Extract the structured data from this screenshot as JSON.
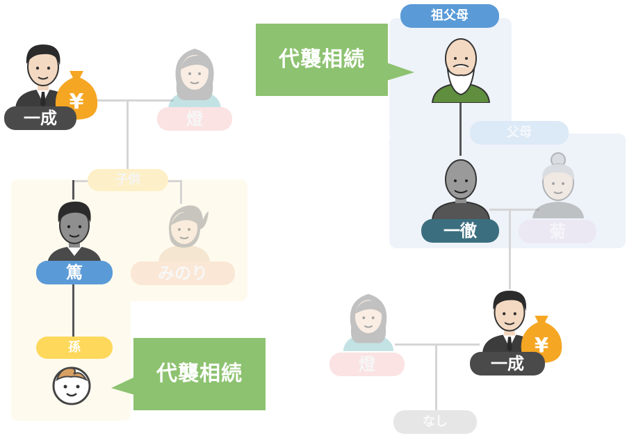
{
  "colors": {
    "dark_pill": "#4a4a4a",
    "blue_pill": "#5a9ad7",
    "teal_pill": "#3b6f80",
    "yellow_pill": "#fdd85a",
    "faint_pink_pill": "#fbe3e3",
    "faint_yellow_pill": "#fdf0c8",
    "faint_lavender_pill": "#ebe8f3",
    "faint_blue_pill": "#dce9f6",
    "callout_green": "#8dc270",
    "money_orange": "#f5a623"
  },
  "left": {
    "ichinari": "一成",
    "akari": "燈",
    "children_label": "子供",
    "atsushi": "篤",
    "minori": "みのり",
    "grandchild_label": "孫",
    "callout": "代襲相続"
  },
  "right": {
    "grandparents_label": "祖父母",
    "callout": "代襲相続",
    "parents_label": "父母",
    "ittetsu": "一徹",
    "kiku": "菊",
    "ichinari": "一成",
    "akari": "燈",
    "none_label": "なし"
  },
  "icons": {
    "money": "yen-money-bag-icon",
    "yen_symbol": "¥"
  }
}
